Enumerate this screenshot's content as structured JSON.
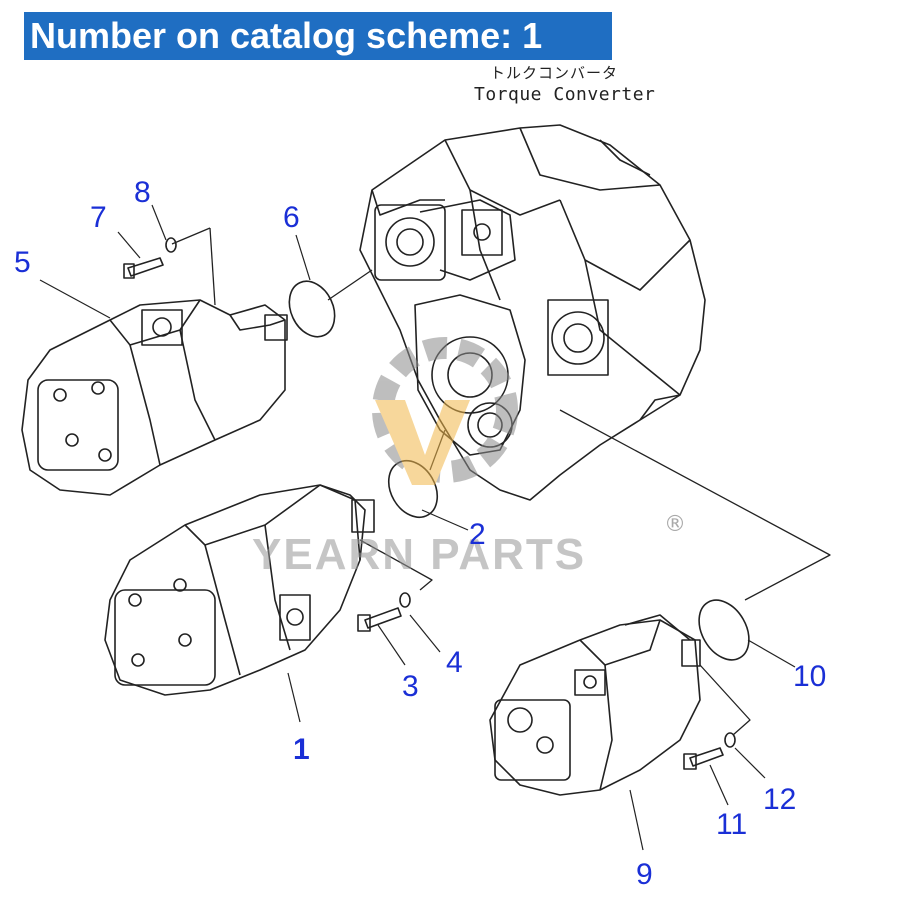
{
  "header": {
    "title": "Number on catalog scheme: 1"
  },
  "assembly_label": {
    "japanese": "トルクコンバータ",
    "english": "Torque Converter"
  },
  "watermark": {
    "brand": "YEARN PARTS",
    "registered_mark": "®"
  },
  "callouts": [
    {
      "id": "1",
      "label": "1"
    },
    {
      "id": "2",
      "label": "2"
    },
    {
      "id": "3",
      "label": "3"
    },
    {
      "id": "4",
      "label": "4"
    },
    {
      "id": "5",
      "label": "5"
    },
    {
      "id": "6",
      "label": "6"
    },
    {
      "id": "7",
      "label": "7"
    },
    {
      "id": "8",
      "label": "8"
    },
    {
      "id": "9",
      "label": "9"
    },
    {
      "id": "10",
      "label": "10"
    },
    {
      "id": "11",
      "label": "11"
    },
    {
      "id": "12",
      "label": "12"
    }
  ],
  "colors": {
    "header_bg": "#1f6ec2",
    "callout": "#1a2fd6",
    "watermark": "#969696",
    "logo_accent": "#f2b84b"
  }
}
